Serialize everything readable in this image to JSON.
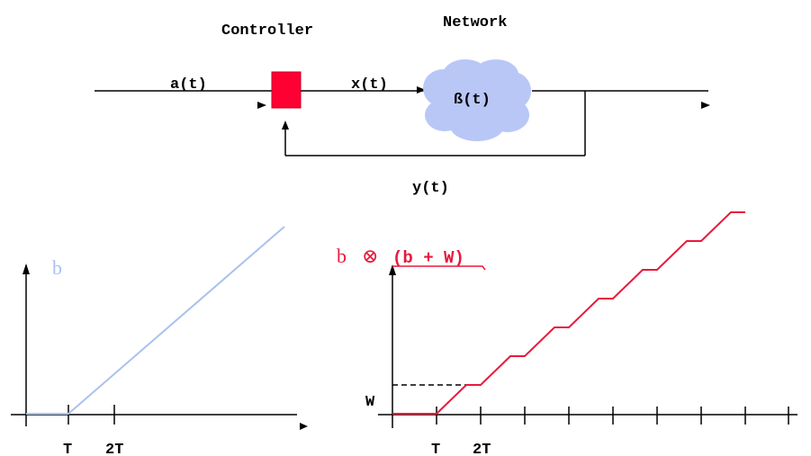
{
  "block_diagram": {
    "controller_label": "Controller",
    "network_label": "Network",
    "input_signal": "a(t)",
    "controller_output": "x(t)",
    "network_function": "ß(t)",
    "feedback_signal": "y(t)",
    "colors": {
      "controller_block": "#ff0033",
      "network_cloud": "#b9c7f7"
    }
  },
  "left_plot": {
    "curve_label": "b",
    "ticks": [
      "T",
      "2T"
    ],
    "colors": {
      "curve": "#a9c2ee"
    }
  },
  "right_plot": {
    "curve_label_b": "b",
    "operator": "⊗",
    "curve_label_paren": "(b + W)",
    "y_marker": "W",
    "ticks": [
      "T",
      "2T"
    ],
    "colors": {
      "curve": "#e8193c"
    }
  }
}
